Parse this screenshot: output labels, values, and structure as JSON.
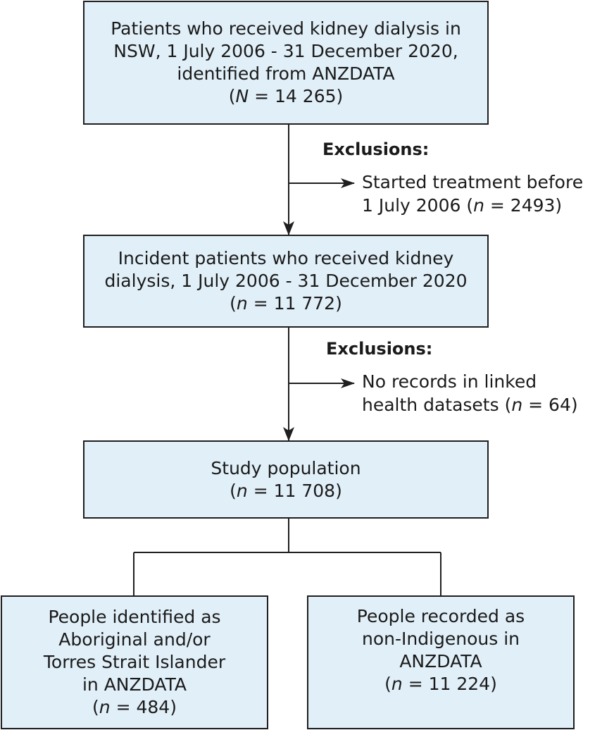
{
  "box_total": {
    "lines": [
      "Patients who received kidney dialysis in",
      "NSW, 1 July 2006 - 31 December 2020,",
      "identified from ANZDATA"
    ],
    "count_var": "N",
    "count_value": "14 265"
  },
  "exclusion_1": {
    "heading": "Exclusions:",
    "line1": "Started treatment before",
    "line2_text": "1 July 2006",
    "count_var": "n",
    "count_value": "2493"
  },
  "box_incident": {
    "lines": [
      "Incident patients who received kidney",
      "dialysis, 1 July 2006 - 31 December 2020"
    ],
    "count_var": "n",
    "count_value": "11 772"
  },
  "exclusion_2": {
    "heading": "Exclusions:",
    "line1": "No records in linked",
    "line2_text": "health datasets",
    "count_var": "n",
    "count_value": "64"
  },
  "box_study": {
    "lines": [
      "Study population"
    ],
    "count_var": "n",
    "count_value": "11 708"
  },
  "box_aboriginal": {
    "lines": [
      "People identified as",
      "Aboriginal and/or",
      "Torres Strait Islander",
      "in ANZDATA"
    ],
    "count_var": "n",
    "count_value": "484"
  },
  "box_non_indigenous": {
    "lines": [
      "People recorded as",
      "non-Indigenous in",
      "ANZDATA"
    ],
    "count_var": "n",
    "count_value": "11 224"
  }
}
